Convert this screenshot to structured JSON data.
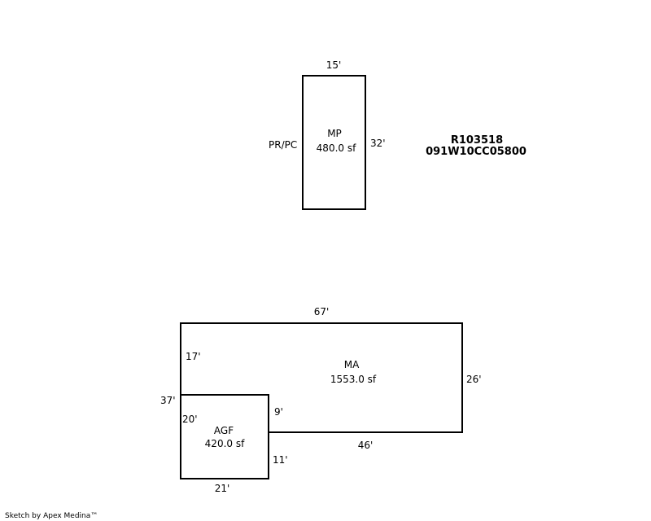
{
  "sketch": {
    "mp": {
      "code": "MP",
      "area": "480.0 sf",
      "top_dim": "15'",
      "right_dim": "32'",
      "left_label": "PR/PC"
    },
    "parcel": {
      "id": "R103518",
      "map_number": "091W10CC05800"
    },
    "ma": {
      "code": "MA",
      "area": "1553.0 sf",
      "top_dim": "67'",
      "left_upper_dim": "17'",
      "left_total_dim": "37'",
      "right_dim": "26'",
      "bottom_dim": "46'",
      "step_dim": "9'"
    },
    "agf": {
      "code": "AGF",
      "area": "420.0 sf",
      "left_dim": "20'",
      "right_dim": "11'",
      "bottom_dim": "21'"
    },
    "footer": "Sketch by Apex Medina™"
  }
}
